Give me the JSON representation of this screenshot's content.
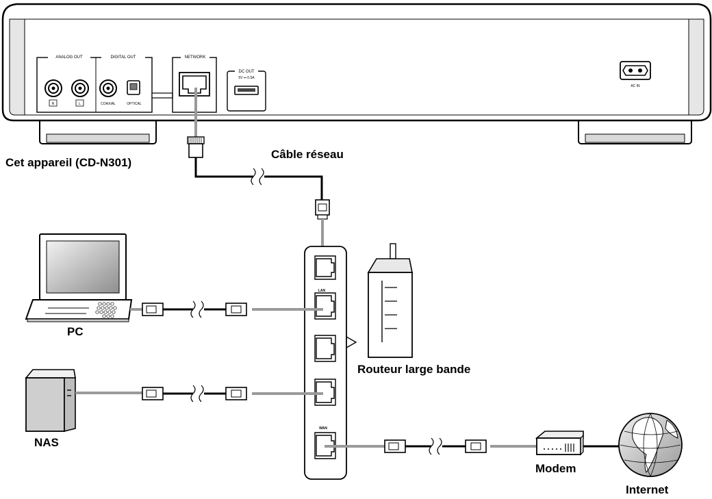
{
  "device": {
    "name": "Cet appareil (CD-N301)",
    "panel_labels": {
      "analog_out": "ANALOG OUT",
      "digital_out": "DIGITAL OUT",
      "network": "NETWORK",
      "dc_out": "DC OUT",
      "dc_rating": "5V ⎓ 0.5A",
      "right": "R",
      "left": "L",
      "coaxial": "COAXIAL",
      "optical": "OPTICAL",
      "ac_in": "AC IN"
    }
  },
  "cable": {
    "label": "Câble réseau"
  },
  "router": {
    "label": "Routeur large bande",
    "lan_label": "LAN",
    "wan_label": "WAN"
  },
  "pc": {
    "label": "PC"
  },
  "nas": {
    "label": "NAS"
  },
  "modem": {
    "label": "Modem"
  },
  "internet": {
    "label": "Internet"
  },
  "colors": {
    "cable_grey": "#9a9a9a",
    "cable_black": "#000000",
    "device_fill": "#ffffff",
    "shade": "#d0d0d0"
  }
}
